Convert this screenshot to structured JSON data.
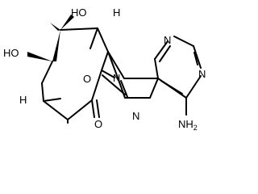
{
  "atoms": {
    "ho_top": "HO",
    "ho_left": "HO",
    "h_top": "H",
    "h_left": "H",
    "o_bridge": "O",
    "n9": "N",
    "n1": "N",
    "n3": "N",
    "n7": "N",
    "o_carbonyl": "O",
    "nh2": "NH",
    "nh2_sub": "2"
  }
}
